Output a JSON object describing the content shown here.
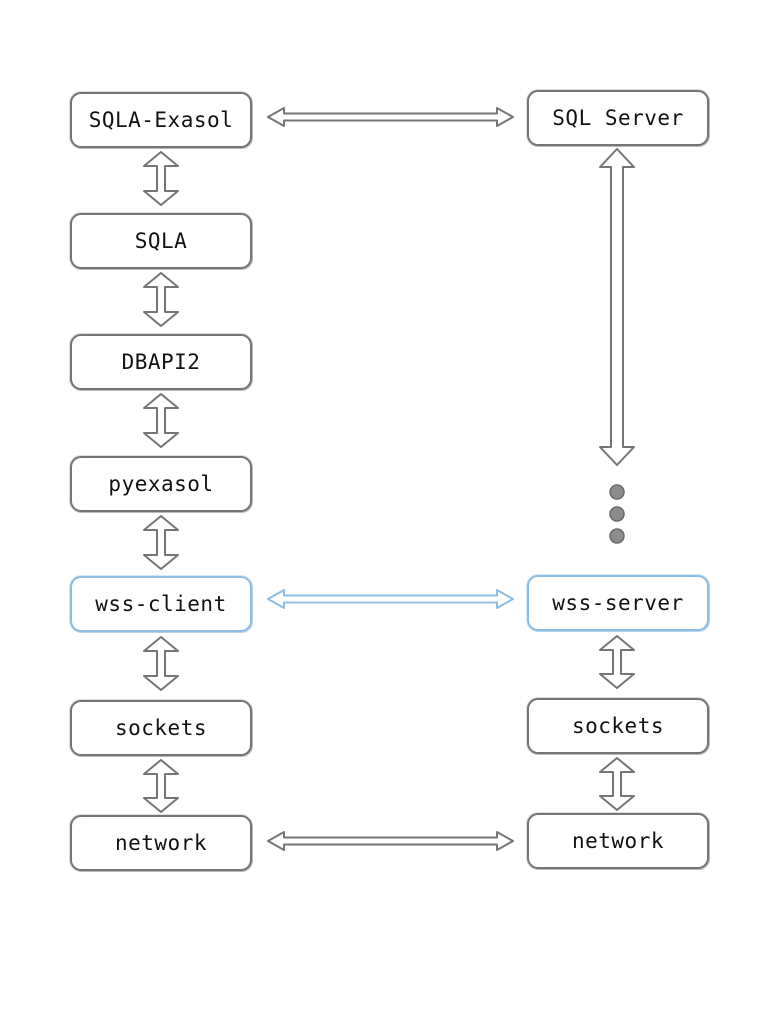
{
  "diagram": {
    "client": {
      "sqla_exasol": "SQLA-Exasol",
      "sqla": "SQLA",
      "dbapi2": "DBAPI2",
      "pyexasol": "pyexasol",
      "wss_client": "wss-client",
      "sockets": "sockets",
      "network": "network"
    },
    "server": {
      "sql_server": "SQL Server",
      "wss_server": "wss-server",
      "sockets": "sockets",
      "network": "network"
    },
    "colors": {
      "stroke": "#757575",
      "highlight": "#8dbde3",
      "dots": "#8c8c8c"
    }
  }
}
